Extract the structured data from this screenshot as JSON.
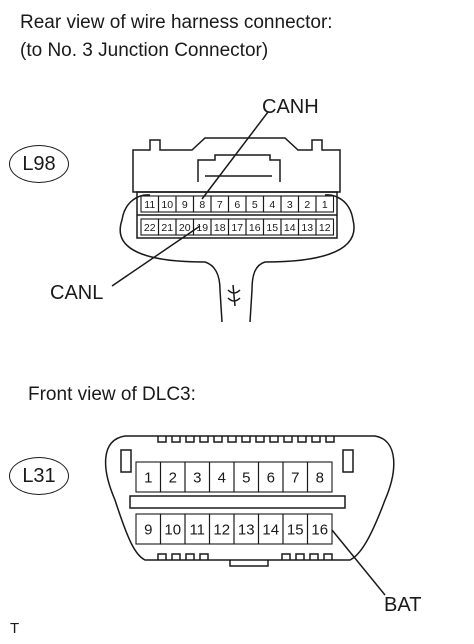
{
  "upper": {
    "caption_line1": "Rear view of wire harness connector:",
    "caption_line2": "(to No. 3 Junction Connector)",
    "connector_code": "L98",
    "pins_top": [
      "11",
      "10",
      "9",
      "8",
      "7",
      "6",
      "5",
      "4",
      "3",
      "2",
      "1"
    ],
    "pins_bottom": [
      "22",
      "21",
      "20",
      "19",
      "18",
      "17",
      "16",
      "15",
      "14",
      "13",
      "12"
    ],
    "callout_canh": "CANH",
    "callout_canl": "CANL"
  },
  "lower": {
    "caption": "Front view of DLC3:",
    "connector_code": "L31",
    "pins_top": [
      "1",
      "2",
      "3",
      "4",
      "5",
      "6",
      "7",
      "8"
    ],
    "pins_bottom": [
      "9",
      "10",
      "11",
      "12",
      "13",
      "14",
      "15",
      "16"
    ],
    "callout_bat": "BAT"
  },
  "footer": {
    "mark": "T"
  }
}
